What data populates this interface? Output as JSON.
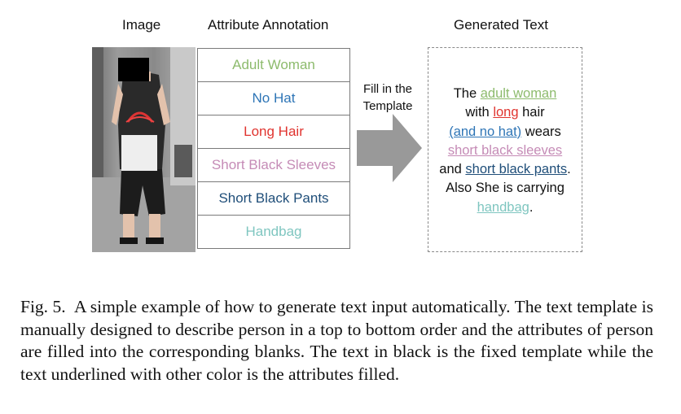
{
  "headers": {
    "image": "Image",
    "attribute_annotation": "Attribute Annotation",
    "generated_text": "Generated Text"
  },
  "attributes": [
    {
      "label": "Adult Woman",
      "color": "#8dbb6d"
    },
    {
      "label": "No Hat",
      "color": "#2e75b6"
    },
    {
      "label": "Long Hair",
      "color": "#e0342f"
    },
    {
      "label": "Short Black Sleeves",
      "color": "#c58bb6"
    },
    {
      "label": "Short Black Pants",
      "color": "#1f4e79"
    },
    {
      "label": "Handbag",
      "color": "#7fc6c0"
    }
  ],
  "arrow": {
    "line1": "Fill in the",
    "line2": "Template",
    "color": "#999999"
  },
  "generated": {
    "t1": "The ",
    "a1": "adult woman",
    "t2": "with ",
    "a2": "long",
    "t3": " hair",
    "a3": "(and no hat)",
    "t4": " wears",
    "a4": "short black sleeves",
    "t5": "and ",
    "a5": "short black pants",
    "t6": ".",
    "t7": "Also She is carrying",
    "a6": "handbag",
    "t8": "."
  },
  "caption": {
    "fig": "Fig. 5.",
    "text": "A simple example of how to generate text input automatically. The text template is manually designed to describe person in a top to bottom order and the attributes of person are filled into the corresponding blanks. The text in black is the fixed template while the text underlined with other color is the attributes filled."
  }
}
